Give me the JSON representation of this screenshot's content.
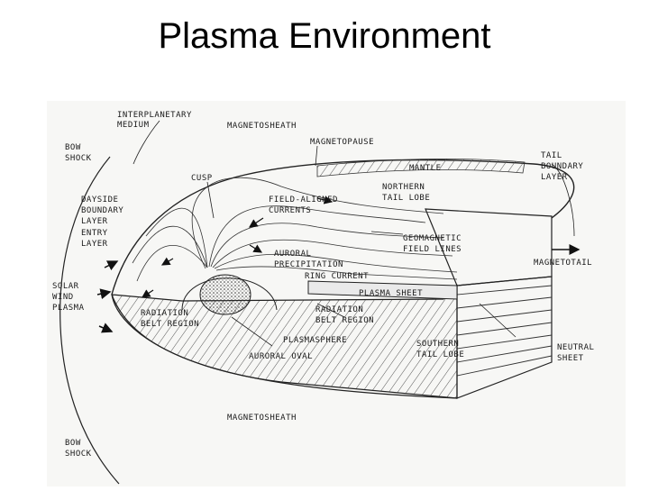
{
  "slide": {
    "title": "Plasma Environment"
  },
  "diagram": {
    "labels": {
      "interplanetary_medium_1": "INTERPLANETARY",
      "interplanetary_medium_2": "MEDIUM",
      "magnetosheath_top": "MAGNETOSHEATH",
      "magnetopause": "MAGNETOPAUSE",
      "bow_shock_top_1": "BOW",
      "bow_shock_top_2": "SHOCK",
      "cusp": "CUSP",
      "mantle": "MANTLE",
      "northern_tail_lobe_1": "NORTHERN",
      "northern_tail_lobe_2": "TAIL LOBE",
      "tail_boundary_layer_1": "TAIL",
      "tail_boundary_layer_2": "BOUNDARY",
      "tail_boundary_layer_3": "LAYER",
      "dayside_boundary_1": "DAYSIDE",
      "dayside_boundary_2": "BOUNDARY",
      "dayside_boundary_3": "LAYER",
      "entry_layer_1": "ENTRY",
      "entry_layer_2": "LAYER",
      "field_aligned_1": "FIELD-ALIGNED",
      "field_aligned_2": "CURRENTS",
      "geomagnetic_1": "GEOMAGNETIC",
      "geomagnetic_2": "FIELD LINES",
      "auroral_precip_1": "AURORAL",
      "auroral_precip_2": "PRECIPITATION",
      "ring_current": "RING CURRENT",
      "magnetotail": "MAGNETOTAIL",
      "solar_wind_1": "SOLAR",
      "solar_wind_2": "WIND",
      "solar_wind_3": "PLASMA",
      "plasma_sheet": "PLASMA SHEET",
      "radiation_belt_left_1": "RADIATION",
      "radiation_belt_left_2": "BELT REGION",
      "radiation_belt_right_1": "RADIATION",
      "radiation_belt_right_2": "BELT REGION",
      "plasmasphere": "PLASMASPHERE",
      "southern_tail_lobe_1": "SOUTHERN",
      "southern_tail_lobe_2": "TAIL LOBE",
      "neutral_sheet_1": "NEUTRAL",
      "neutral_sheet_2": "SHEET",
      "auroral_oval": "AURORAL OVAL",
      "magnetosheath_bottom": "MAGNETOSHEATH",
      "bow_shock_bottom_1": "BOW",
      "bow_shock_bottom_2": "SHOCK"
    }
  }
}
